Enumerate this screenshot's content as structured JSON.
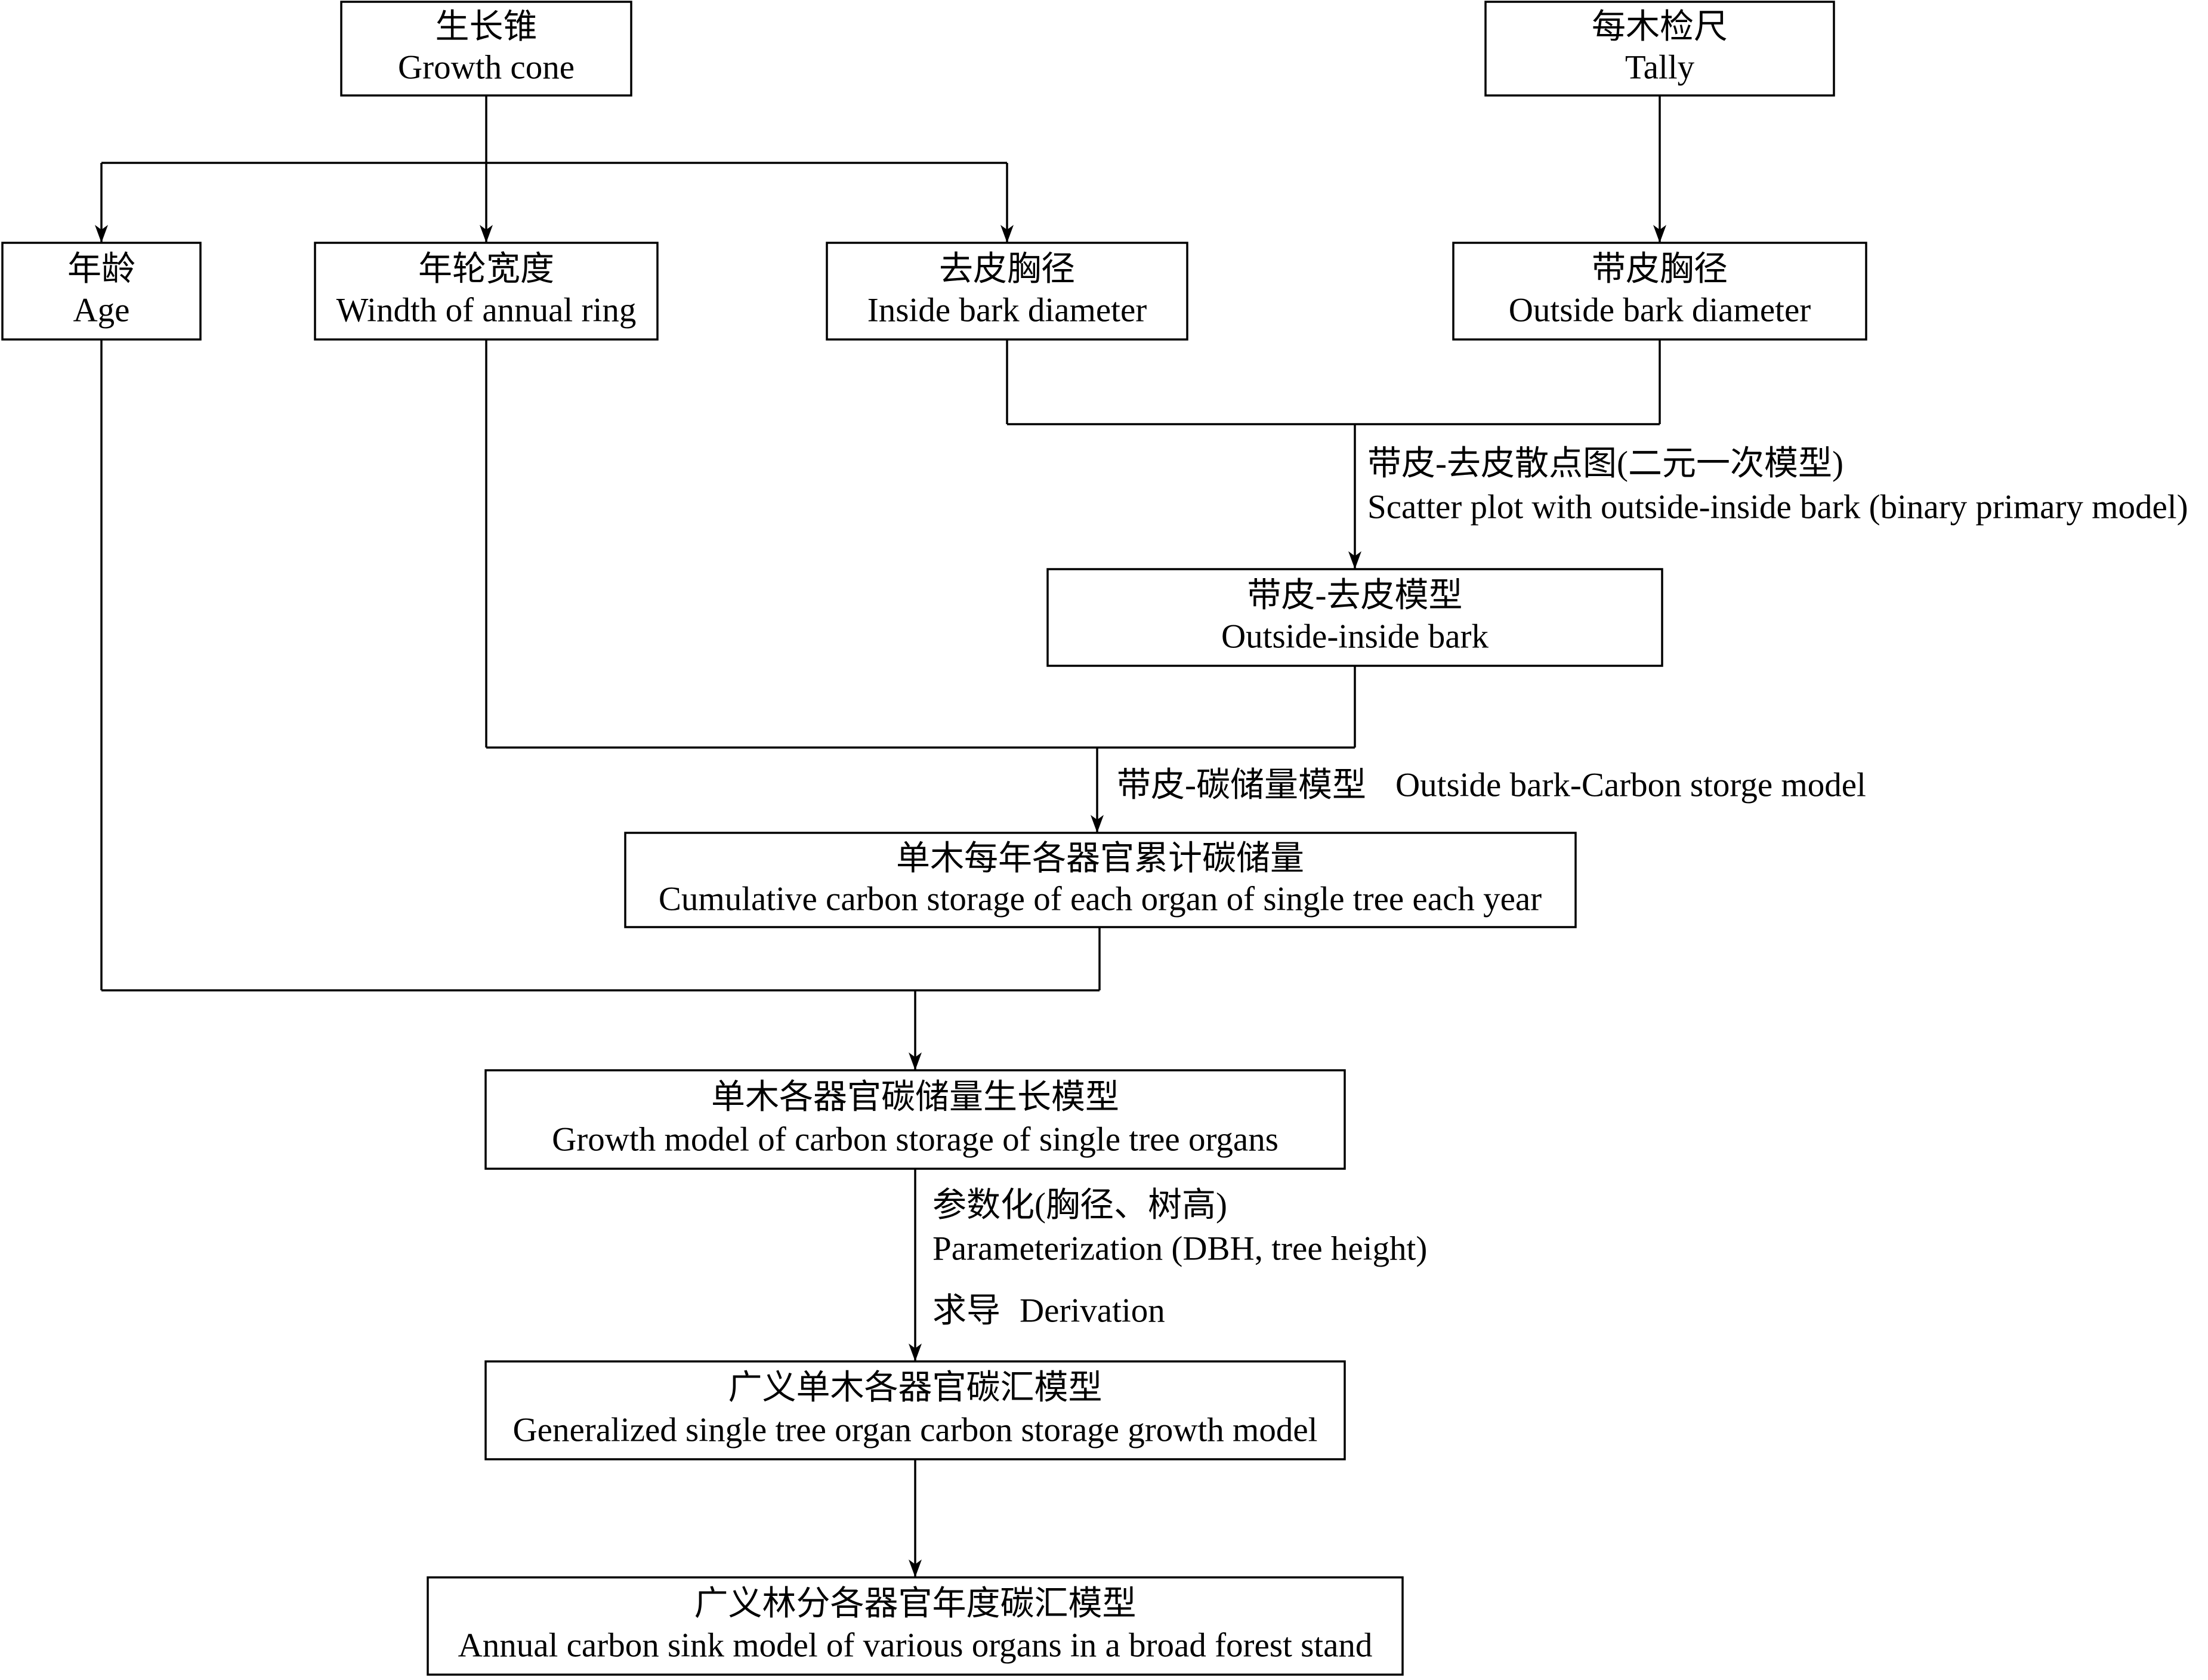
{
  "diagram": {
    "boxes": {
      "growth_cone": {
        "zh": "生长锥",
        "en": "Growth cone"
      },
      "tally": {
        "zh": "每木检尺",
        "en": "Tally"
      },
      "age": {
        "zh": "年龄",
        "en": "Age"
      },
      "ring_width": {
        "zh": "年轮宽度",
        "en": "Windth of annual ring"
      },
      "inside_bark": {
        "zh": "去皮胸径",
        "en": "Inside bark diameter"
      },
      "outside_bark": {
        "zh": "带皮胸径",
        "en": "Outside bark diameter"
      },
      "outside_inside_model": {
        "zh": "带皮-去皮模型",
        "en": "Outside-inside bark"
      },
      "cumulative_storage": {
        "zh": "单木每年各器官累计碳储量",
        "en": "Cumulative carbon storage of each organ of single tree each year"
      },
      "growth_model": {
        "zh": "单木各器官碳储量生长模型",
        "en": "Growth model of carbon storage of single tree organs"
      },
      "generalized_model": {
        "zh": "广义单木各器官碳汇模型",
        "en": "Generalized single tree organ carbon storage growth model"
      },
      "stand_model": {
        "zh": "广义林分各器官年度碳汇模型",
        "en": "Annual carbon sink model of various organs in a broad forest stand"
      }
    },
    "edge_labels": {
      "scatter": {
        "zh": "带皮-去皮散点图(二元一次模型)",
        "en": "Scatter plot with outside-inside bark (binary primary model)"
      },
      "carbon_model": {
        "zh": "带皮-碳储量模型",
        "en": "Outside bark-Carbon storge model"
      },
      "parameterization": {
        "zh": "参数化(胸径、树高)",
        "en": "Parameterization (DBH, tree height)"
      },
      "derivation": {
        "zh": "求导",
        "en": "Derivation"
      }
    }
  },
  "colors": {
    "background": "#ffffff",
    "stroke": "#000000",
    "text": "#000000"
  }
}
